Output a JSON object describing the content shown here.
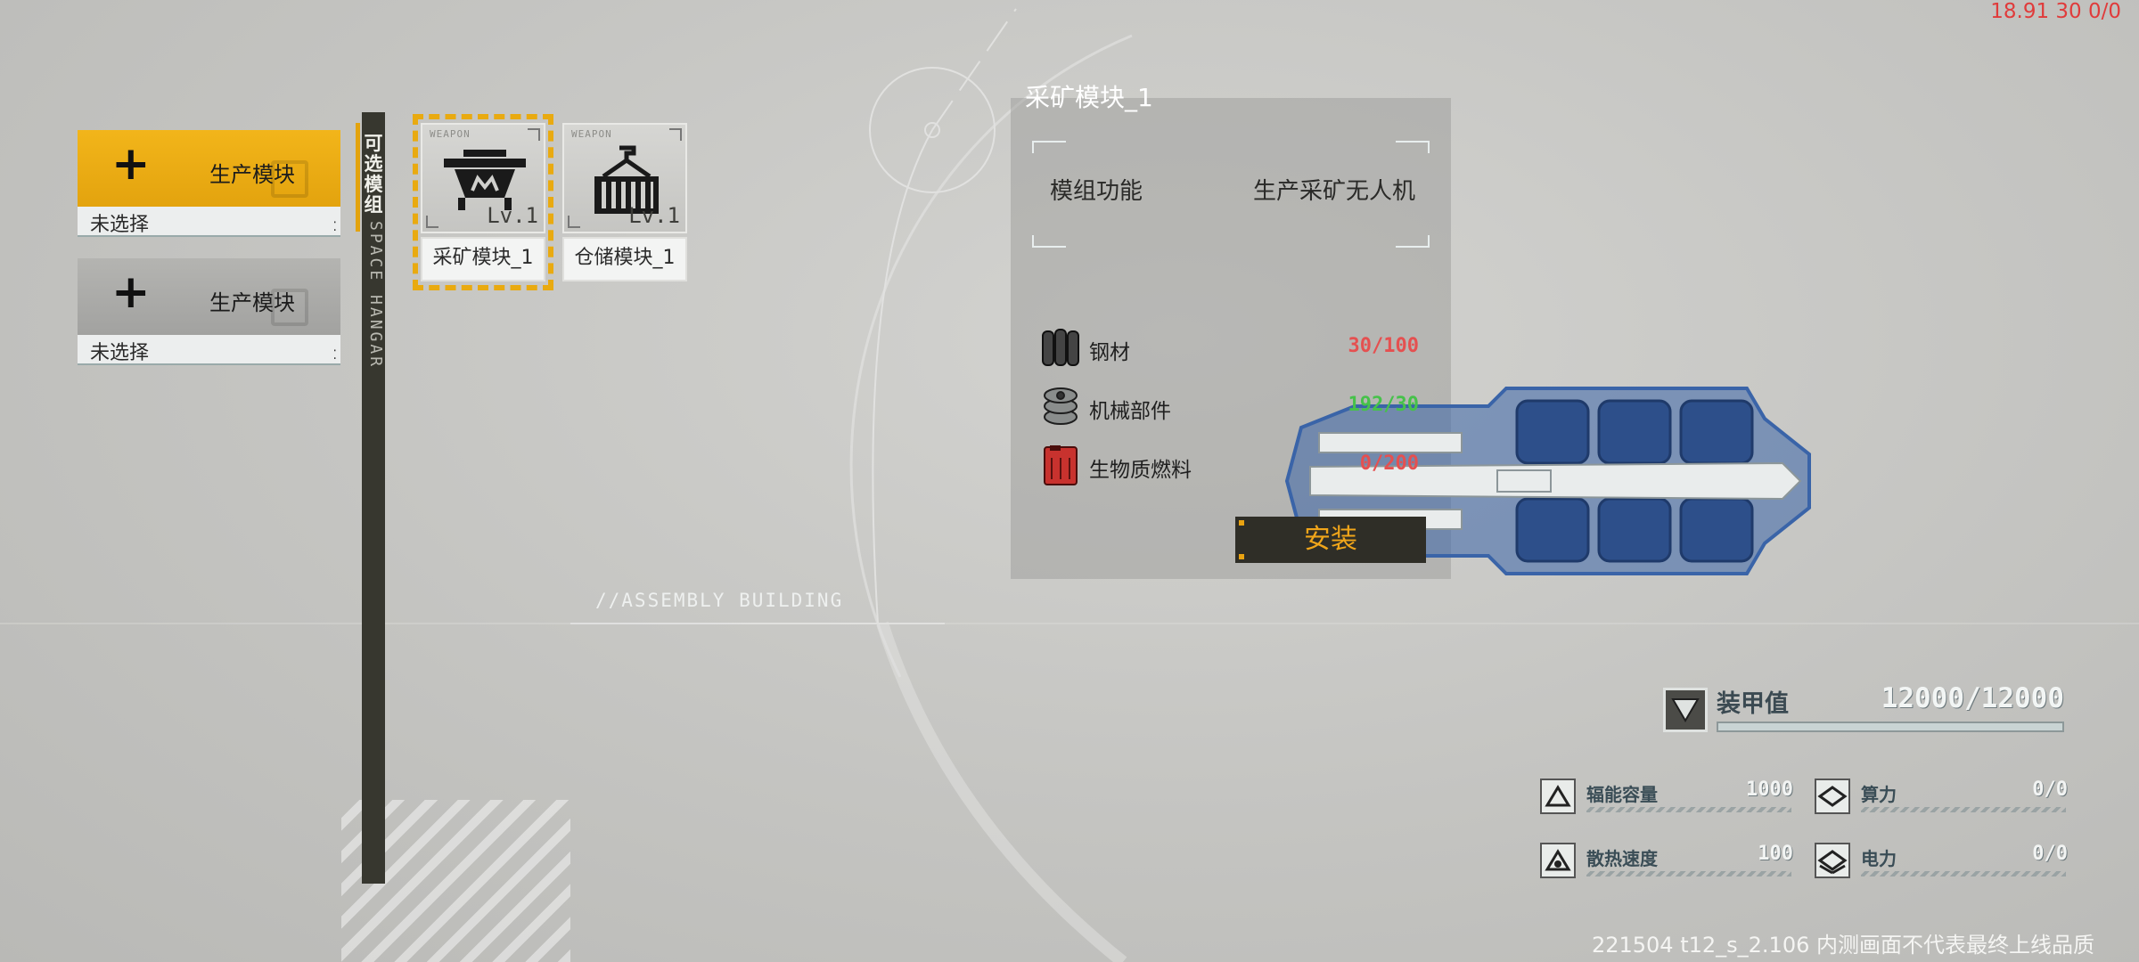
{
  "hud": {
    "fps": "18.91 30 0/0",
    "build_info": "221504 t12_s_2.106  内测画面不代表最终上线品质"
  },
  "slots": [
    {
      "title": "生产模块",
      "status": "未选择",
      "state": "active"
    },
    {
      "title": "生产模块",
      "status": "未选择",
      "state": "inactive"
    }
  ],
  "side_tab": {
    "label": "可选模组",
    "sub": "SPACE HANGAR"
  },
  "modules": [
    {
      "tag": "WEAPON",
      "level": "Lv.1",
      "name": "采矿模块_1",
      "icon": "mining-drone-icon"
    },
    {
      "tag": "WEAPON",
      "level": "Lv.1",
      "name": "仓储模块_1",
      "icon": "storage-container-icon"
    }
  ],
  "detail": {
    "title": "采矿模块_1",
    "function_key": "模组功能",
    "function_value": "生产采矿无人机",
    "resources": [
      {
        "name": "钢材",
        "value": "30/100",
        "color": "#e55050",
        "icon": "steel-pipes-icon"
      },
      {
        "name": "机械部件",
        "value": "192/30",
        "color": "#46c24a",
        "icon": "gear-parts-icon"
      },
      {
        "name": "生物质燃料",
        "value": "0/200",
        "color": "#e55050",
        "icon": "fuel-canister-icon"
      }
    ],
    "install_label": "安装"
  },
  "assembly_label": "//ASSEMBLY BUILDING",
  "stats": {
    "armor": {
      "label": "装甲值",
      "value": "12000/12000",
      "fill": 1.0
    },
    "items": [
      {
        "label": "辐能容量",
        "value": "1000",
        "icon": "energy-capacity-icon"
      },
      {
        "label": "算力",
        "value": "0/0",
        "icon": "compute-icon"
      },
      {
        "label": "散热速度",
        "value": "100",
        "icon": "heat-dissipation-icon"
      },
      {
        "label": "电力",
        "value": "0/0",
        "icon": "power-icon"
      }
    ]
  },
  "colors": {
    "accent": "#e9aa10",
    "ship_blue": "#3a64a8",
    "dark": "#37372f"
  }
}
